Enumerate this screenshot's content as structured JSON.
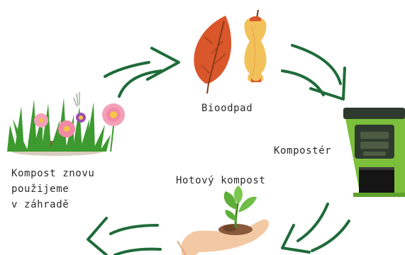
{
  "diagram": {
    "type": "cycle",
    "stages": [
      {
        "id": "waste",
        "label": "Bioodpad",
        "icon": "leaf-and-apple-core-icon"
      },
      {
        "id": "bin",
        "label": "Kompostér",
        "icon": "compost-bin-icon"
      },
      {
        "id": "finished",
        "label": "Hotový kompost",
        "icon": "hand-with-seedling-icon"
      },
      {
        "id": "reuse",
        "label_lines": [
          "Kompost znovu",
          "použijeme",
          "v záhradě"
        ],
        "icon": "garden-flowers-icon"
      }
    ],
    "arrow_direction": "clockwise",
    "colors": {
      "arrow": "#1f6b3a",
      "leaf": "#d9572b",
      "apple": "#f2c15a",
      "bin": "#7cbf3a",
      "bin_dark": "#2f3a2f",
      "grass": "#3d9a2f",
      "flower": "#f08aa6",
      "soil": "#8a5a3c",
      "hand": "#f3c9a4"
    }
  }
}
